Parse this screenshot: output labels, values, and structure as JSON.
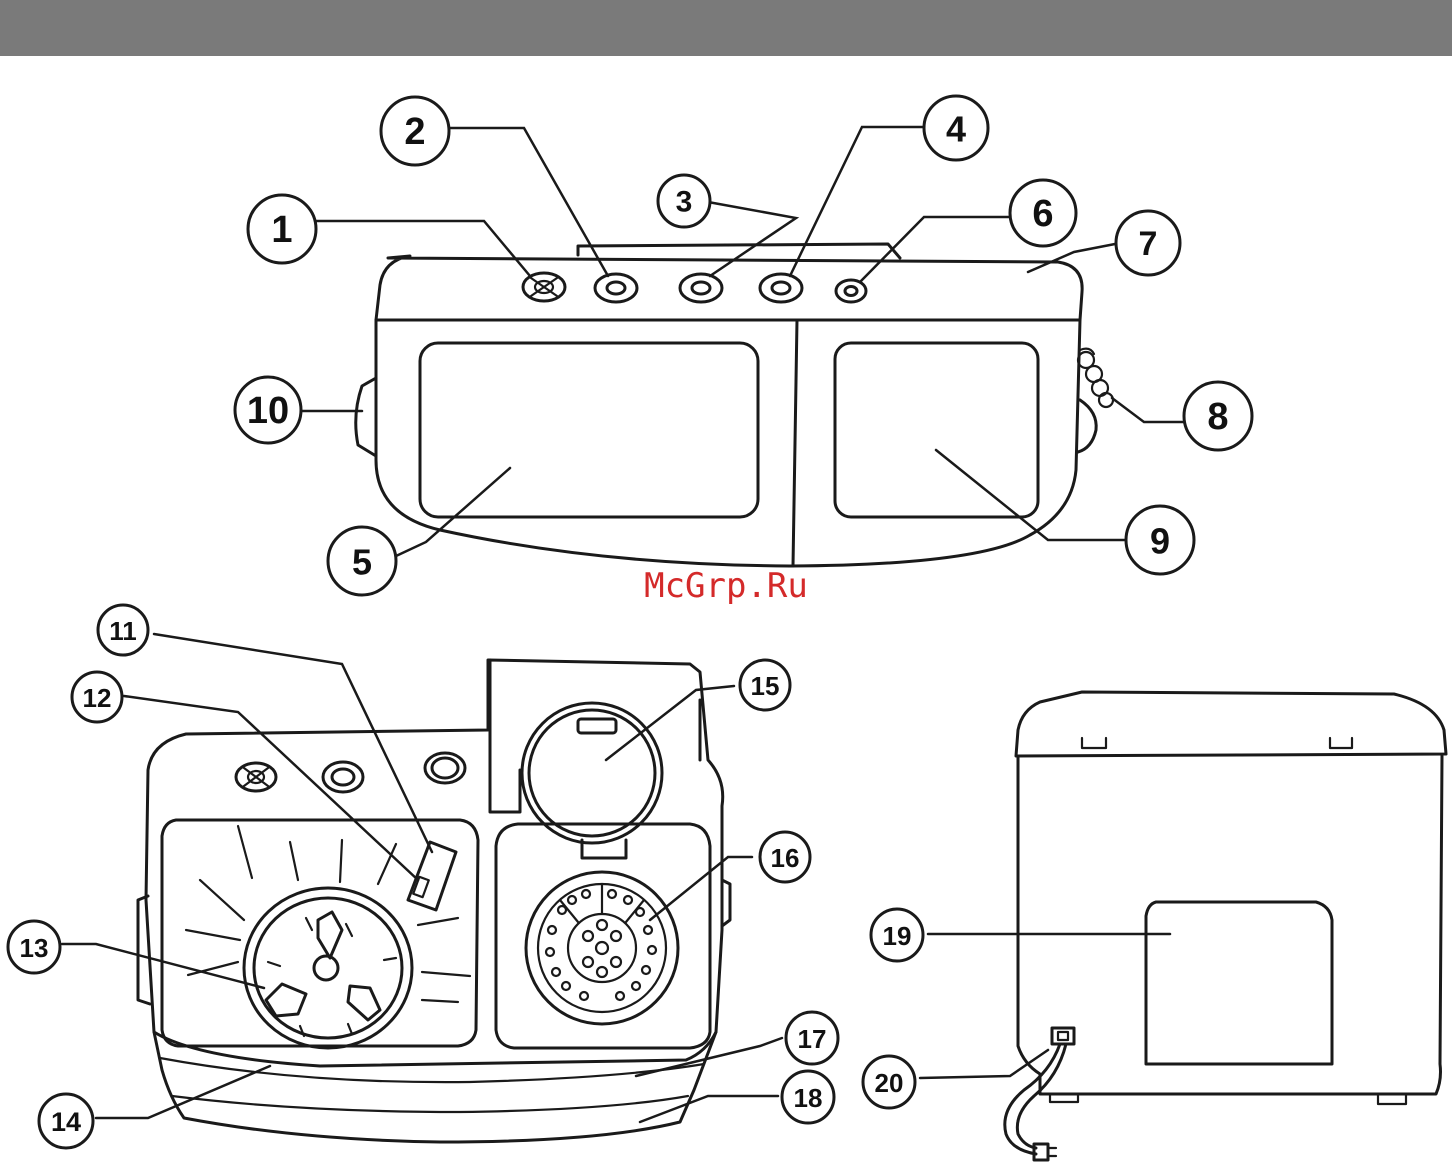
{
  "watermark": "McGrp.Ru",
  "colors": {
    "header": "#7a7a7a",
    "ink": "#1a1a1a",
    "watermark": "#d42a2a"
  },
  "callouts": [
    "1",
    "2",
    "3",
    "4",
    "5",
    "6",
    "7",
    "8",
    "9",
    "10",
    "11",
    "12",
    "13",
    "14",
    "15",
    "16",
    "17",
    "18",
    "19",
    "20"
  ]
}
